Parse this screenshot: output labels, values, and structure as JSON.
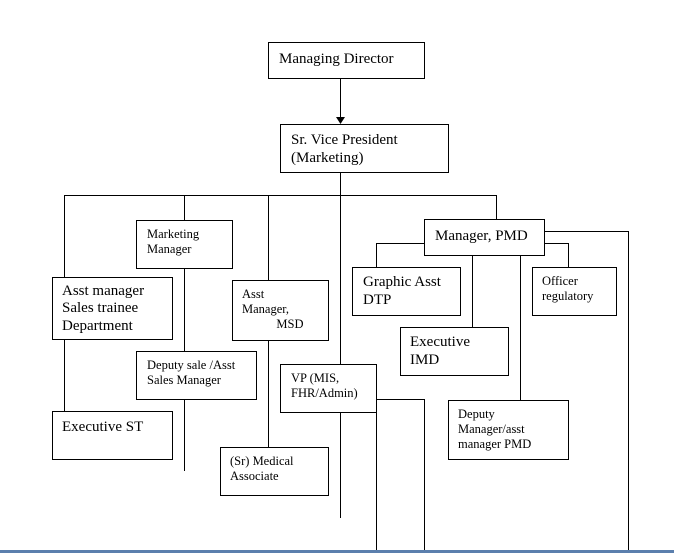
{
  "nodes": {
    "managing_director": "Managing Director",
    "sr_vice_president": "Sr. Vice President\n(Marketing)",
    "marketing_manager": "Marketing\nManager",
    "asst_manager_sales": "Asst manager\nSales trainee\nDepartment",
    "asst_manager_msd": "Asst\nManager,\n           MSD",
    "deputy_sale": "Deputy sale /Asst\nSales Manager",
    "executive_st": "Executive ST",
    "sr_medical_associate": "(Sr) Medical\nAssociate",
    "vp_mis": "VP (MIS,\nFHR/Admin)",
    "manager_pmd": "Manager, PMD",
    "graphic_asst": "Graphic Asst\nDTP",
    "officer_regulatory": "Officer\nregulatory",
    "executive_imd": "Executive\nIMD",
    "deputy_manager_pmd": "Deputy\nManager/asst\nmanager PMD"
  },
  "colors": {
    "line": "#000000",
    "bottom_bar": "#5b7fad"
  }
}
